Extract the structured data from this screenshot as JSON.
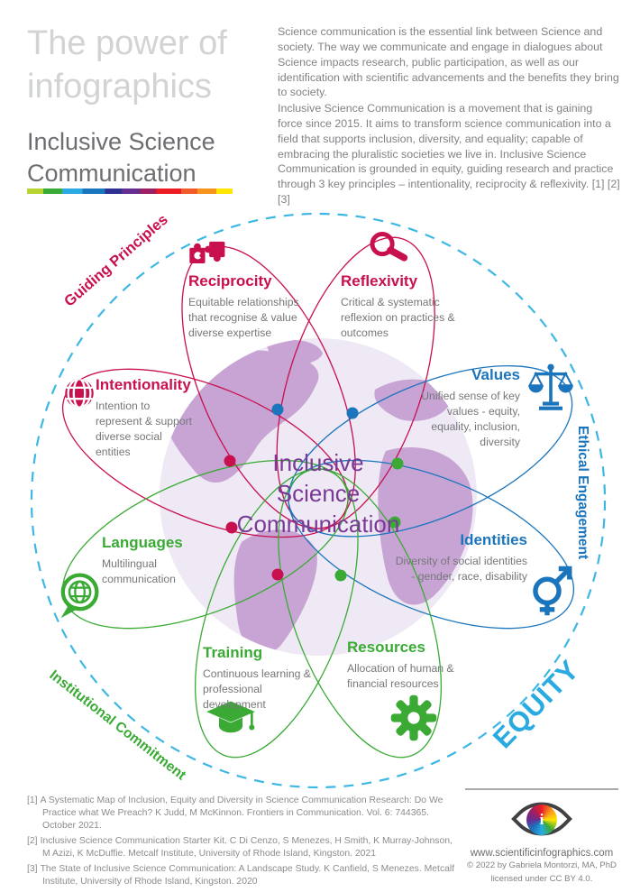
{
  "colors": {
    "crimson": "#c8104e",
    "blue": "#1b75bc",
    "green": "#3aaa35",
    "cyan": "#29abe2",
    "purple": "#7b3996",
    "globe_land": "#c7a4d3",
    "globe_ocean": "#eee9f5"
  },
  "header": {
    "title": "The power of\ninfographics",
    "subtitle": "Inclusive Science\nCommunication",
    "intro1": "Science communication is the essential link between Science and society. The way we communicate and engage in dialogues about Science impacts research, public participation, as well as our identification with scientific advancements and the benefits they bring to society.",
    "intro2": "Inclusive Science Communication is a movement that is gaining force since 2015. It aims to transform science communication into a field that supports inclusion, diversity, and equality; capable of embracing the pluralistic societies we live in. Inclusive Science Communication is grounded in equity, guiding research and practice through 3 key principles – intentionality, reciprocity & reflexivity. [1] [2] [3]"
  },
  "diagram": {
    "center_title": "Inclusive\nScience\nCommunication",
    "ring_labels": {
      "guiding": "Guiding Principles",
      "ethical": "Ethical Engagement",
      "institutional": "Institutional Commitment",
      "equity": "EQUITY"
    },
    "concepts": [
      {
        "id": "reciprocity",
        "title": "Reciprocity",
        "desc": "Equitable relationships that recognise & value diverse expertise",
        "icon": "puzzle-icon",
        "color": "#c8104e"
      },
      {
        "id": "reflexivity",
        "title": "Reflexivity",
        "desc": "Critical & systematic reflexion on practices & outcomes",
        "icon": "magnifier-icon",
        "color": "#c8104e"
      },
      {
        "id": "intentionality",
        "title": "Intentionality",
        "desc": "Intention to represent & support diverse social entities",
        "icon": "globe-grid-icon",
        "color": "#c8104e"
      },
      {
        "id": "values",
        "title": "Values",
        "desc": "Unified sense of key values - equity, equality, inclusion, diversity",
        "icon": "scales-icon",
        "color": "#1b75bc"
      },
      {
        "id": "languages",
        "title": "Languages",
        "desc": "Multilingual communication",
        "icon": "speech-globe-icon",
        "color": "#3aaa35"
      },
      {
        "id": "identities",
        "title": "Identities",
        "desc": "Diversity of social identities - gender, race, disability",
        "icon": "gender-icon",
        "color": "#1b75bc"
      },
      {
        "id": "training",
        "title": "Training",
        "desc": "Continuous learning & professional development",
        "icon": "graduation-cap-icon",
        "color": "#3aaa35"
      },
      {
        "id": "resources",
        "title": "Resources",
        "desc": "Allocation of human & financial resources",
        "icon": "gear-icon",
        "color": "#3aaa35"
      }
    ]
  },
  "footer": {
    "references": [
      {
        "num": "[1]",
        "text": "A Systematic Map of Inclusion, Equity and Diversity in Science Communication Research: Do We Practice what We Preach? K Judd, M McKinnon. Frontiers in Communication. Vol. 6: 744365. October 2021."
      },
      {
        "num": "[2]",
        "text": "Inclusive Science Communication Starter Kit. C Di Cenzo, S Menezes, H Smith, K Murray-Johnson, M Azizi, K McDuffie. Metcalf Institute, University of Rhode Island, Kingston. 2021"
      },
      {
        "num": "[3]",
        "text": "The State of Inclusive Science Communication: A Landscape Study. K Canfield, S Menezes. Metcalf Institute, University of Rhode Island, Kingston. 2020"
      }
    ],
    "website": "www.scientificinfographics.com",
    "copyright": "© 2022 by Gabriela Montorzi, MA, PhD",
    "license": "licensed under CC BY 4.0.",
    "logo_letter": "i"
  }
}
